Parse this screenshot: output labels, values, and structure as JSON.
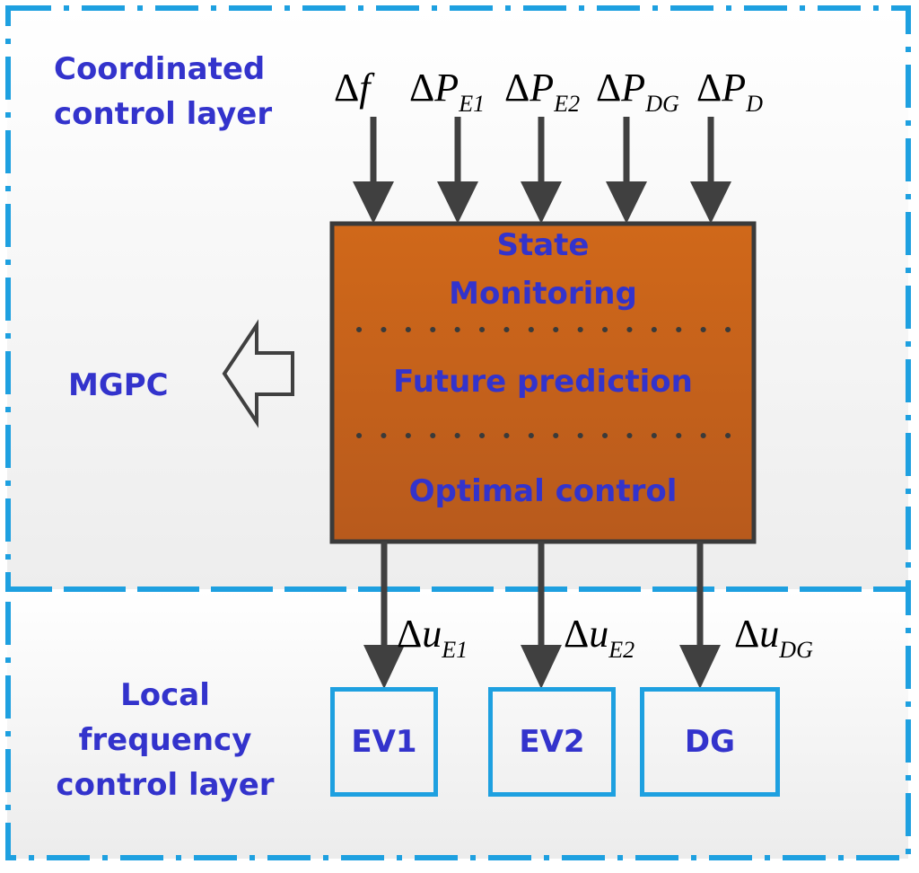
{
  "layers": {
    "coordinated": [
      "Coordinated",
      "control layer"
    ],
    "local": [
      "Local frequency",
      "control layer"
    ]
  },
  "mgpc_label": "MGPC",
  "controller": {
    "state_monitoring": [
      "State",
      "Monitoring"
    ],
    "future_prediction": "Future prediction",
    "optimal_control": "Optimal control"
  },
  "inputs": [
    {
      "delta": "Δ",
      "var": "f",
      "sub": ""
    },
    {
      "delta": "Δ",
      "var": "P",
      "sub": "E1"
    },
    {
      "delta": "Δ",
      "var": "P",
      "sub": "E2"
    },
    {
      "delta": "Δ",
      "var": "P",
      "sub": "DG"
    },
    {
      "delta": "Δ",
      "var": "P",
      "sub": "D"
    }
  ],
  "outputs": [
    {
      "delta": "Δ",
      "var": "u",
      "sub": "E1"
    },
    {
      "delta": "Δ",
      "var": "u",
      "sub": "E2"
    },
    {
      "delta": "Δ",
      "var": "u",
      "sub": "DG"
    }
  ],
  "units": [
    "EV1",
    "EV2",
    "DG"
  ],
  "colors": {
    "layer_border": "#1ea0e0",
    "controller_fill": "#c8651a",
    "text_blue": "#3333cc",
    "arrow": "#404040"
  }
}
